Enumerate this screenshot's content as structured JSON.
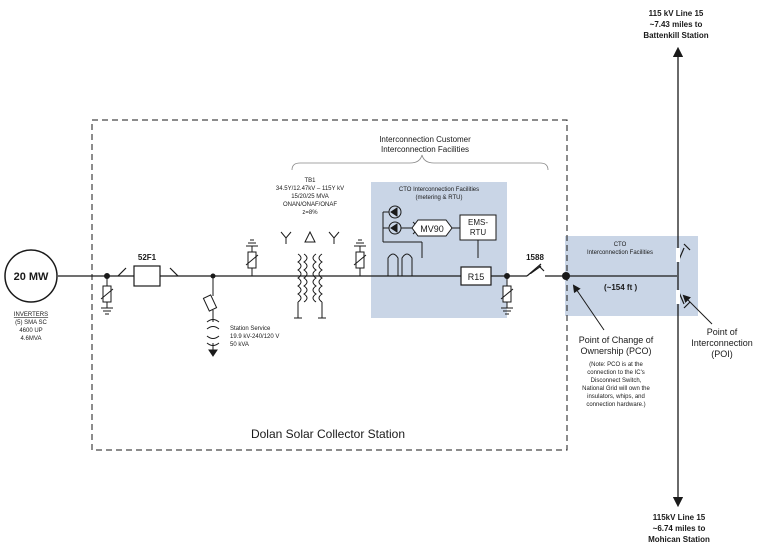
{
  "top_line": [
    "115 kV Line 15",
    "~7.43 miles to",
    "Battenkill Station"
  ],
  "bottom_line": [
    "115kV Line 15",
    "~6.74 miles to",
    "Mohican Station"
  ],
  "generator": {
    "rating": "20 MW",
    "inverters_title": "INVERTERS",
    "inverters_lines": [
      "(5) SMA SC",
      "4600 UP",
      "4.6MVA"
    ]
  },
  "breaker_label": "52F1",
  "transformer_lines": [
    "TB1",
    "34.5Y/12.47kV – 115Y kV",
    "15/20/25 MVA",
    "ONAN/ONAF/ONAF",
    "z=8%"
  ],
  "station_service_lines": [
    "Station Service",
    "19.9 kV-240/120 V",
    "50 kVA"
  ],
  "icif_lines": [
    "Interconnection Customer",
    "Interconnection Facilities"
  ],
  "cto_metering": {
    "lines": [
      "CTO Interconnection Facilities",
      "(metering & RTU)"
    ],
    "meter": "MV90",
    "rtu_lines": [
      "EMS-",
      "RTU"
    ]
  },
  "recloser": "R15",
  "switch_label": "1588",
  "cto_poi_lines": [
    "CTO",
    "Interconnection Facilities"
  ],
  "distance": "(~154 ft )",
  "pco": {
    "title_lines": [
      "Point of Change of",
      "Ownership (PCO)"
    ],
    "note_lines": [
      "(Note: PCO is at the",
      "connection to the IC's",
      "Disconnect Switch,",
      "National Grid will own the",
      "insulators, whips, and",
      "connection hardware.)"
    ]
  },
  "poi_lines": [
    "Point of",
    "Interconnection",
    "(POI)"
  ],
  "station_name": "Dolan Solar Collector Station",
  "colors": {
    "shade": "#c9d5e6",
    "line": "#1a1a1a"
  }
}
